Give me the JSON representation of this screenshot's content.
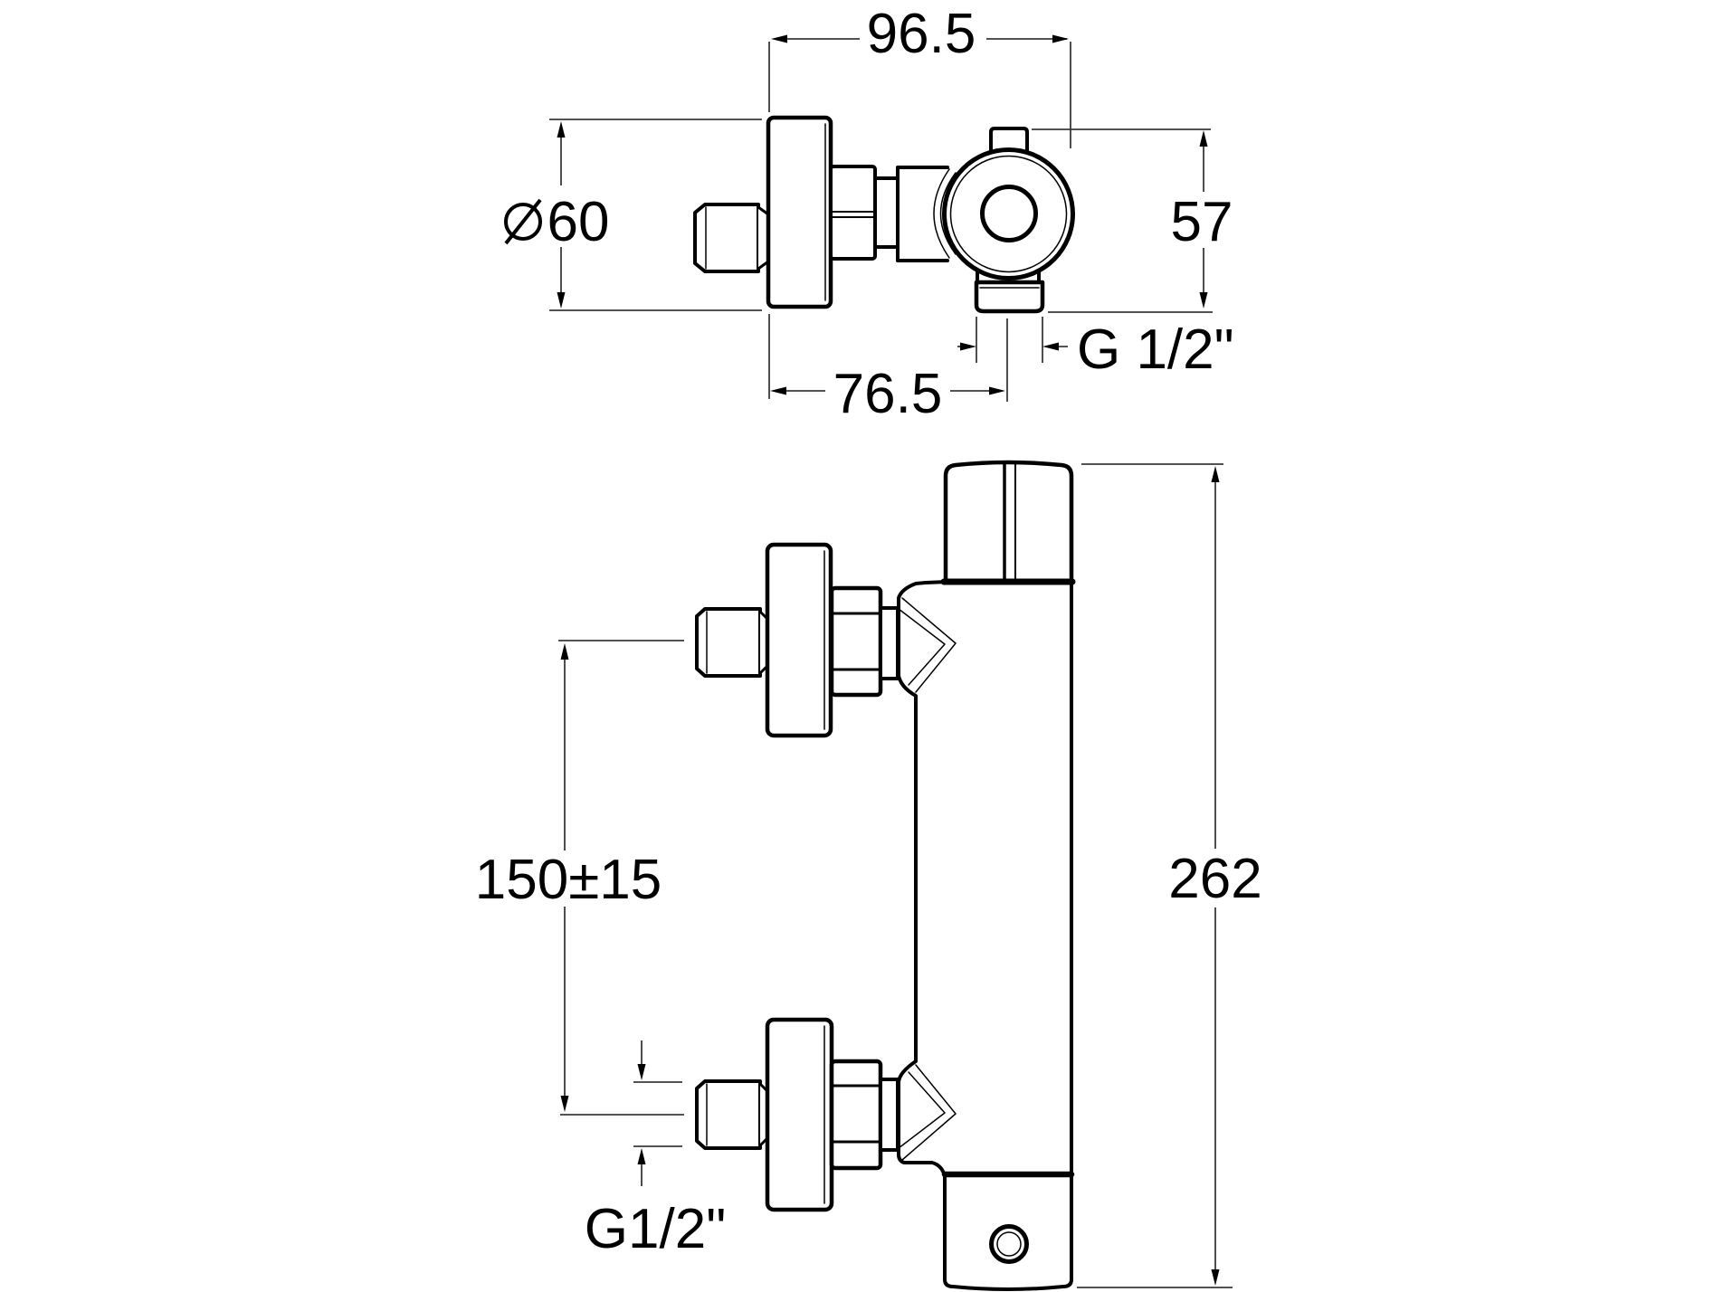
{
  "drawing": {
    "title": "thermostatic-shower-mixer-dimension-drawing",
    "background": "#ffffff",
    "colors": {
      "outline": "#000000",
      "dimension_line": "#3a3a3a",
      "text": "#000000"
    },
    "dimensions": {
      "width_overall": "96.5",
      "flange_diameter_symbol": "⌀",
      "flange_diameter": "60",
      "head_depth": "57",
      "outlet_thread_top": "G 1/2\"",
      "wall_to_outlet": "76.5",
      "inlet_centres": "150±15",
      "inlet_thread": "G1/2\"",
      "height_overall": "262"
    }
  }
}
